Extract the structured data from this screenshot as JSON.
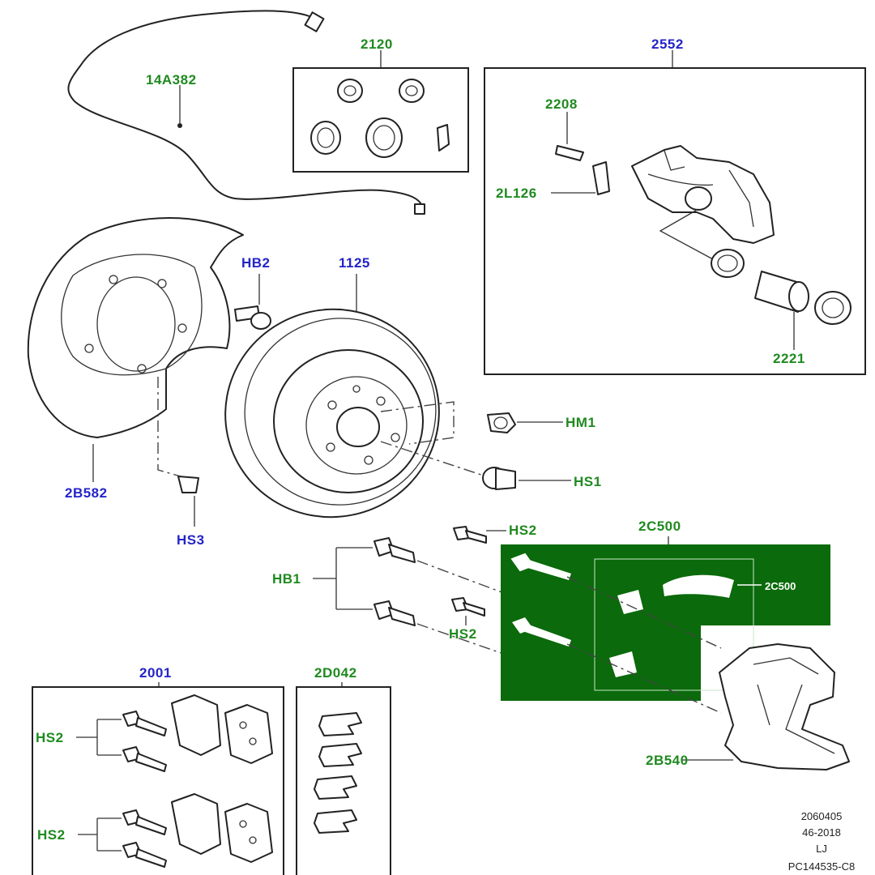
{
  "colors": {
    "green_label": "#1f8a1f",
    "blue_label": "#2424c8",
    "highlight": "#0b6a0b",
    "line": "#222222"
  },
  "labels": {
    "sensor_wire": "14A382",
    "seal_kit": "2120",
    "caliper_assy": "2552",
    "bleed_screw": "2208",
    "bleed_cap": "2L126",
    "piston": "2221",
    "shield_bolt": "HB2",
    "disc": "1125",
    "splash_shield": "2B582",
    "hm1": "HM1",
    "hs1": "HS1",
    "hs3": "HS3",
    "hb1": "HB1",
    "hs2_top": "HS2",
    "hs2_mid": "HS2",
    "carrier_kit": "2C500",
    "carrier_kit_inner": "2C500",
    "carrier": "2B540",
    "pad_kit": "2001",
    "clip_kit": "2D042",
    "hs2_pad_a": "HS2",
    "hs2_pad_b": "HS2"
  },
  "footer": {
    "line1": "2060405",
    "line2": "46-2018",
    "line3": "LJ",
    "line4": "PC144535-C8"
  }
}
